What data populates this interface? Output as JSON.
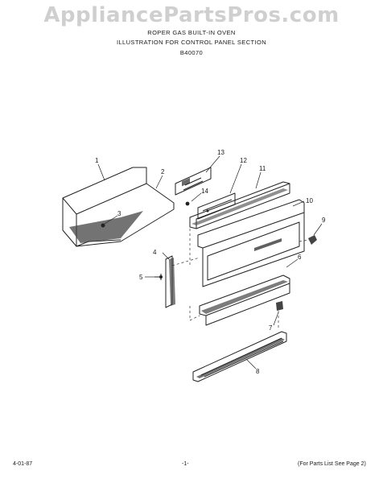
{
  "watermark": "AppliancePartsPros.com",
  "header": {
    "line1": "ROPER GAS BUILT-IN OVEN",
    "line2": "ILLUSTRATION FOR CONTROL PANEL SECTION",
    "line3": "B40070"
  },
  "callouts": [
    "1",
    "2",
    "3",
    "4",
    "5",
    "6",
    "7",
    "8",
    "9",
    "10",
    "11",
    "12",
    "13",
    "14"
  ],
  "footer": {
    "date": "4-01-87",
    "page": "-1-",
    "reference": "(For Parts List See Page 2)"
  }
}
